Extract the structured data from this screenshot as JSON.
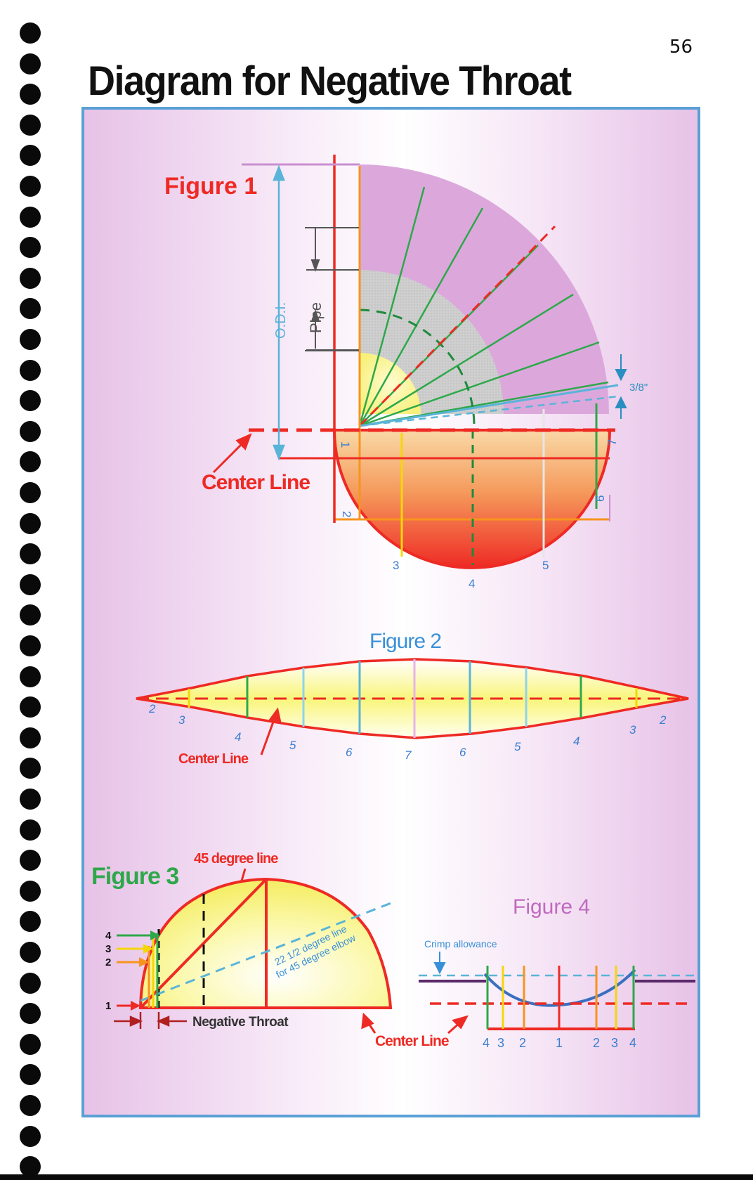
{
  "page": {
    "number": "56",
    "title": "Diagram for Negative Throat Elbows"
  },
  "figure1": {
    "title": "Figure 1",
    "odi_label": "O.D.I.",
    "pipe_label": "Pipe",
    "offset_label": "3/8\"",
    "center_line_label": "Center Line",
    "points": [
      "1",
      "2",
      "3",
      "4",
      "5",
      "6",
      "7"
    ]
  },
  "figure2": {
    "title": "Figure 2",
    "center_line_label": "Center Line",
    "points": [
      "2",
      "3",
      "4",
      "5",
      "6",
      "7",
      "6",
      "5",
      "4",
      "3",
      "2"
    ]
  },
  "figure3": {
    "title": "Figure 3",
    "line45_label": "45 degree line",
    "line22_label_1": "22 1/2 degree line",
    "line22_label_2": "for 45 degree elbow",
    "negative_throat_label": "Negative Throat",
    "center_line_label": "Center Line",
    "marks": [
      "4",
      "3",
      "2",
      "1"
    ]
  },
  "figure4": {
    "title": "Figure 4",
    "crimp_label": "Crimp allowance",
    "points": [
      "4",
      "3",
      "2",
      "1",
      "2",
      "3",
      "4"
    ]
  },
  "colors": {
    "red": "#ee2a24",
    "green": "#2ea84a",
    "blue": "#5ab4d8",
    "orange": "#f7941d",
    "yellow": "#f5d60a",
    "purple": "#a040a0",
    "pink_band": "#d9a3d9",
    "gray_band": "#c8c8c8",
    "frame": "#5aa0d6"
  }
}
